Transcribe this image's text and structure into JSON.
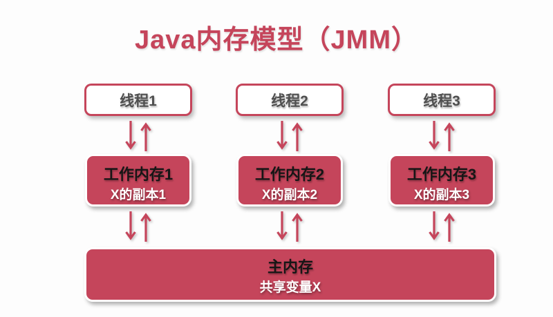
{
  "title": "Java内存模型（JMM）",
  "colors": {
    "accent": "#c5455b",
    "thread_text": "#4f4f4f",
    "dark_text": "#161616",
    "light_text": "#ffffff",
    "bg": "#fdfdfd"
  },
  "threads": [
    {
      "label": "线程1"
    },
    {
      "label": "线程2"
    },
    {
      "label": "线程3"
    }
  ],
  "working_memories": [
    {
      "title": "工作内存1",
      "copy": "X的副本1"
    },
    {
      "title": "工作内存2",
      "copy": "X的副本2"
    },
    {
      "title": "工作内存3",
      "copy": "X的副本3"
    }
  ],
  "main_memory": {
    "title": "主内存",
    "variable": "共享变量X"
  },
  "icons": {
    "down_arrow": "↓",
    "up_arrow": "↑"
  }
}
